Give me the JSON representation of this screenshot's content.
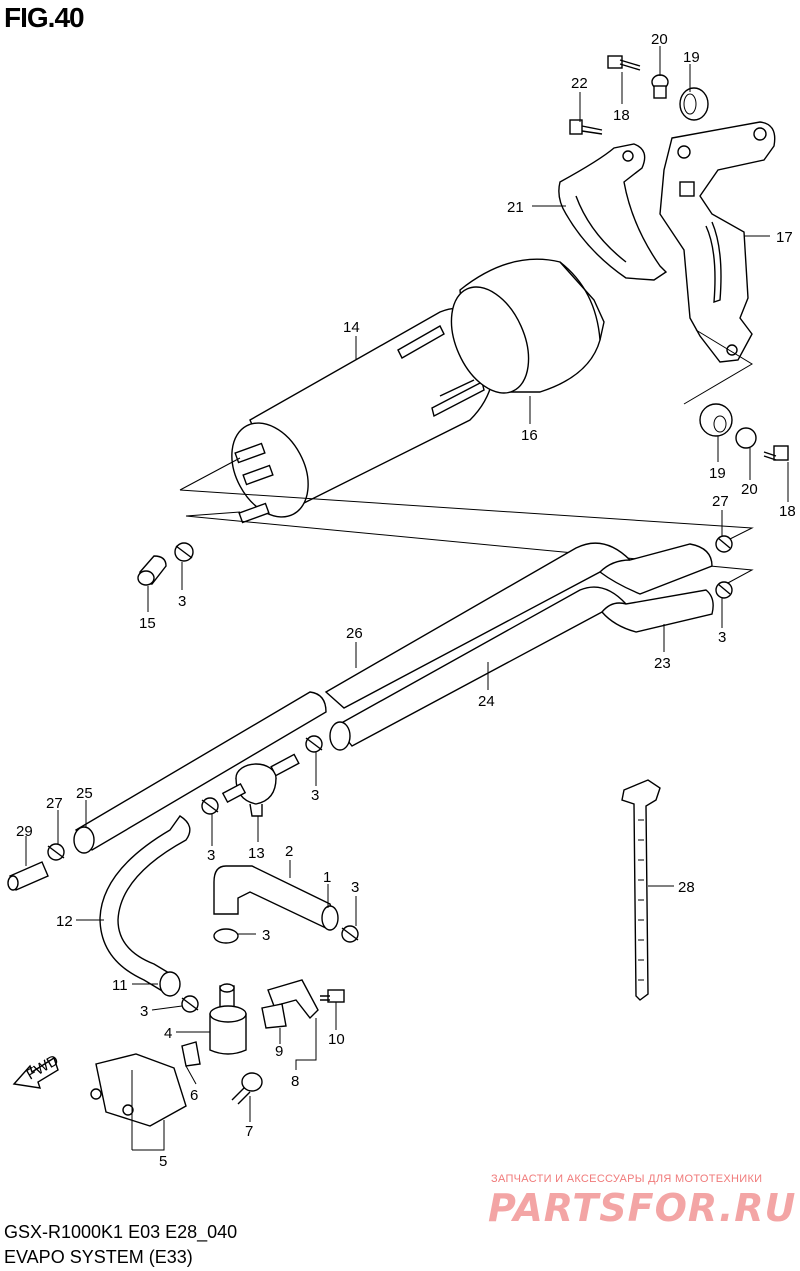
{
  "figure": {
    "title": "FIG.40",
    "model_code": "GSX-R1000K1 E03 E28_040",
    "system_name": "EVAPO SYSTEM (E33)",
    "fwd_label": "FWD"
  },
  "watermark": {
    "tagline": "ЗАПЧАСТИ И АКСЕССУАРЫ ДЛЯ МОТОТЕХНИКИ",
    "brand": "PARTSFOR.RU"
  },
  "callouts": [
    {
      "id": "c20a",
      "label": "20"
    },
    {
      "id": "c19a",
      "label": "19"
    },
    {
      "id": "c22",
      "label": "22"
    },
    {
      "id": "c18a",
      "label": "18"
    },
    {
      "id": "c21",
      "label": "21"
    },
    {
      "id": "c17",
      "label": "17"
    },
    {
      "id": "c14",
      "label": "14"
    },
    {
      "id": "c16",
      "label": "16"
    },
    {
      "id": "c19b",
      "label": "19"
    },
    {
      "id": "c20b",
      "label": "20"
    },
    {
      "id": "c18b",
      "label": "18"
    },
    {
      "id": "c27a",
      "label": "27"
    },
    {
      "id": "c3a",
      "label": "3"
    },
    {
      "id": "c15",
      "label": "15"
    },
    {
      "id": "c3b",
      "label": "3"
    },
    {
      "id": "c23",
      "label": "23"
    },
    {
      "id": "c26",
      "label": "26"
    },
    {
      "id": "c24",
      "label": "24"
    },
    {
      "id": "c3c",
      "label": "3"
    },
    {
      "id": "c27b",
      "label": "27"
    },
    {
      "id": "c25",
      "label": "25"
    },
    {
      "id": "c29",
      "label": "29"
    },
    {
      "id": "c3d",
      "label": "3"
    },
    {
      "id": "c13",
      "label": "13"
    },
    {
      "id": "c2",
      "label": "2"
    },
    {
      "id": "c1",
      "label": "1"
    },
    {
      "id": "c3e",
      "label": "3"
    },
    {
      "id": "c28",
      "label": "28"
    },
    {
      "id": "c12",
      "label": "12"
    },
    {
      "id": "c3f",
      "label": "3"
    },
    {
      "id": "c11",
      "label": "11"
    },
    {
      "id": "c3g",
      "label": "3"
    },
    {
      "id": "c4",
      "label": "4"
    },
    {
      "id": "c10",
      "label": "10"
    },
    {
      "id": "c9",
      "label": "9"
    },
    {
      "id": "c8",
      "label": "8"
    },
    {
      "id": "c6",
      "label": "6"
    },
    {
      "id": "c7",
      "label": "7"
    },
    {
      "id": "c5",
      "label": "5"
    }
  ]
}
